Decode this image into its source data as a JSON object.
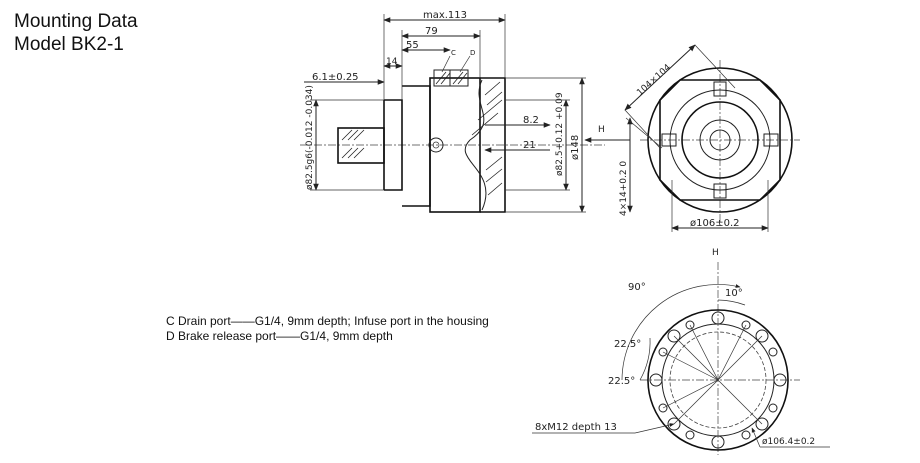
{
  "title": {
    "line1": "Mounting Data",
    "line2": "Model BK2-1"
  },
  "notes": {
    "drain": "C Drain port——G1/4, 9mm depth; Infuse port in the housing",
    "brake": "D Brake release port——G1/4, 9mm depth"
  },
  "side_view": {
    "dim_max": "max.113",
    "dim_79": "79",
    "dim_55": "55",
    "dim_14": "14",
    "dim_6": "6.1±0.25",
    "port_c": "C",
    "port_d": "D",
    "dim_shaft": "ø82.5g6(-0.012 -0.034)",
    "dim_8": "8.2",
    "dim_21": "21",
    "dim_bore": "ø82.5+0.12 +0.09",
    "dim_148": "ø148",
    "h_arrow": "H"
  },
  "front_view": {
    "dim_square": "104×104",
    "dim_slots": "4×14+0.2 0",
    "dim_106": "ø106±0.2"
  },
  "bolt_view": {
    "h_label": "H",
    "ang_90": "90°",
    "ang_10": "10°",
    "ang_22a": "22.5°",
    "ang_22b": "22.5°",
    "holes": "8xM12 depth 13",
    "dia": "ø106.4±0.2"
  }
}
